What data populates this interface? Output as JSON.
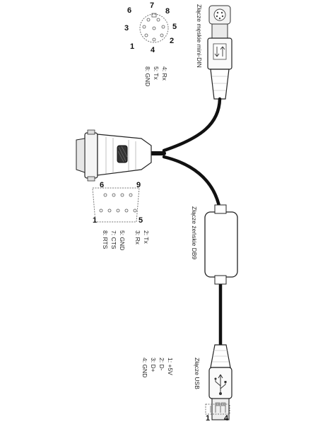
{
  "mini_din": {
    "caption": "Złącze męskie mini-DIN",
    "pin_labels": [
      "7",
      "8",
      "6",
      "5",
      "3",
      "2",
      "1",
      "4"
    ],
    "pins": [
      "4: Rx",
      "5: Tx",
      "8: GND"
    ]
  },
  "db9": {
    "caption": "Złącze żeńskie DB9",
    "corner_labels": [
      "6",
      "9",
      "1",
      "5"
    ],
    "pins": [
      "2: Tx",
      "3: Rx",
      "5: GND",
      "7: CTS",
      "8: RTS"
    ]
  },
  "usb": {
    "caption": "Złącze USB",
    "corner_labels": [
      "4",
      "1"
    ],
    "pins": [
      "1: +5V",
      "2: D-",
      "3: D+",
      "4: GND"
    ]
  }
}
